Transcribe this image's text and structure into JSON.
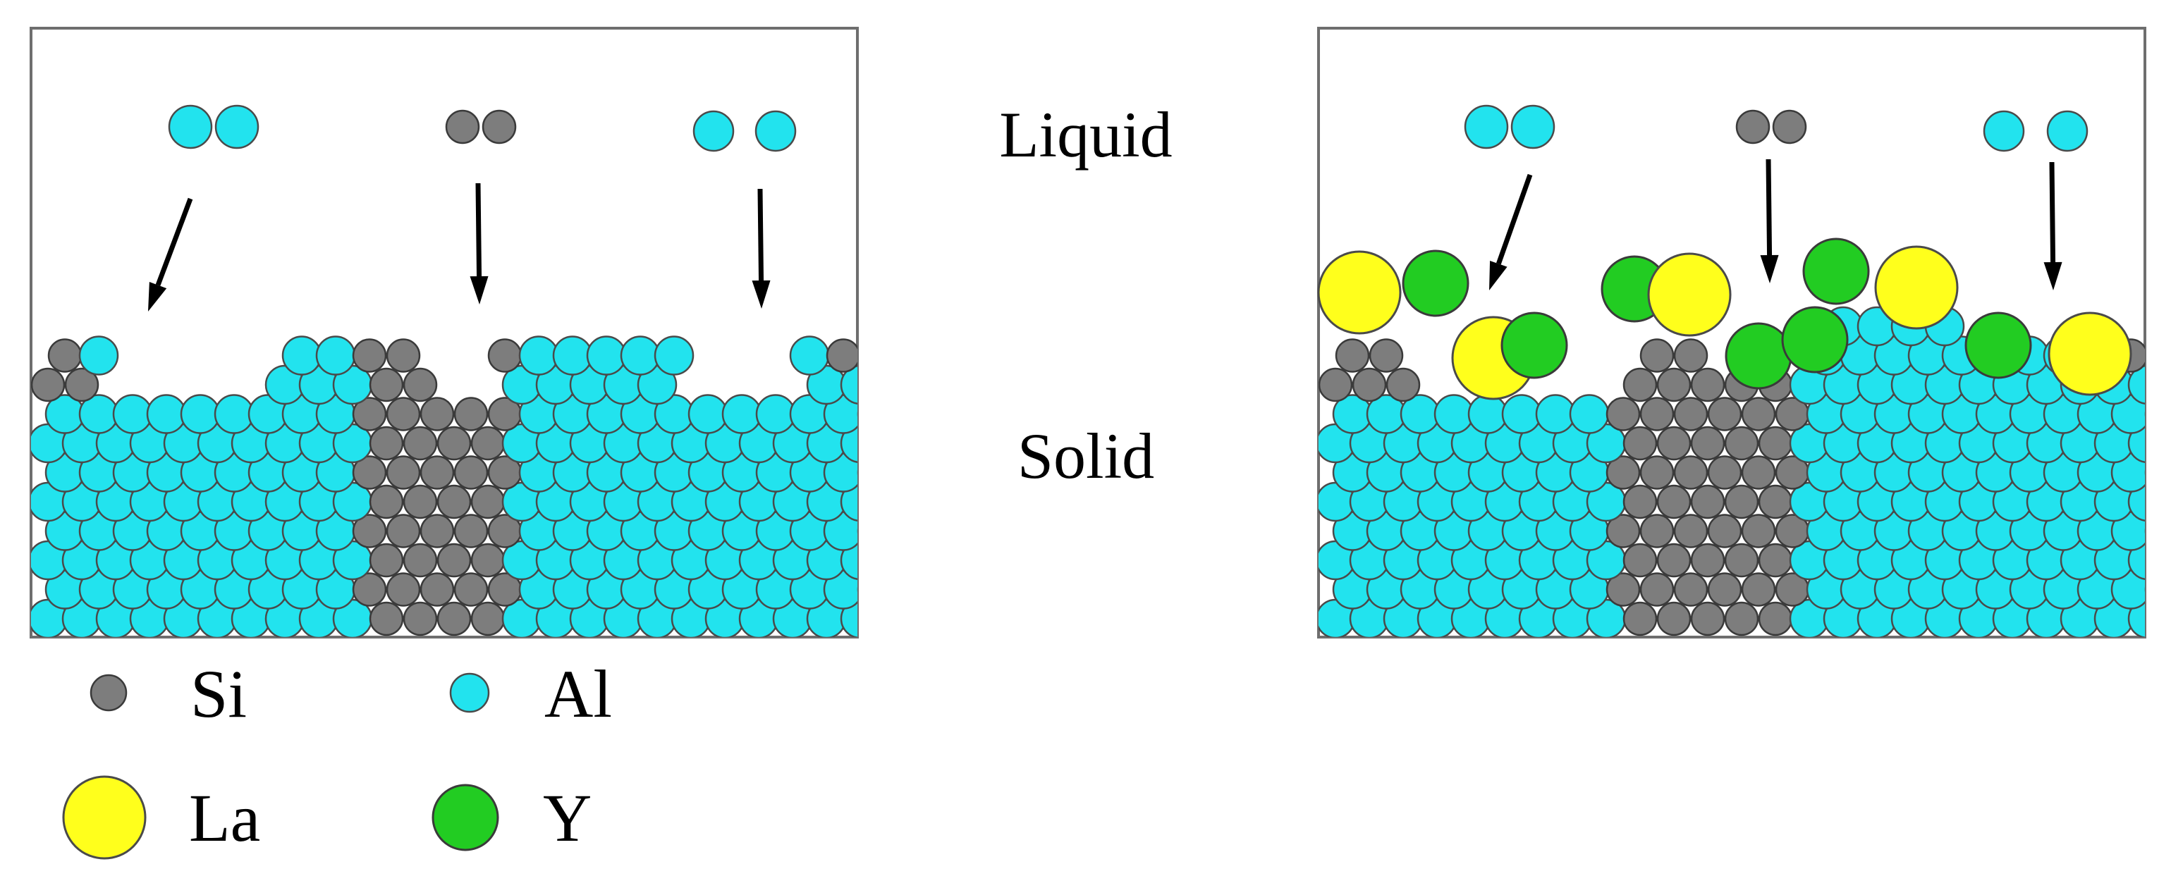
{
  "labels": {
    "liquid": "Liquid",
    "solid": "Solid"
  },
  "legend": {
    "items": [
      {
        "symbol": "Si",
        "color": "#7d7d7d"
      },
      {
        "symbol": "Al",
        "color": "#22e3ee"
      },
      {
        "symbol": "La",
        "color": "#ffff1c"
      },
      {
        "symbol": "Y",
        "color": "#22cc22"
      }
    ]
  },
  "colors": {
    "al": "#22e3ee",
    "si": "#7d7d7d",
    "la": "#ffff1c",
    "y": "#22cc22",
    "frame": "#6e6e6e"
  }
}
